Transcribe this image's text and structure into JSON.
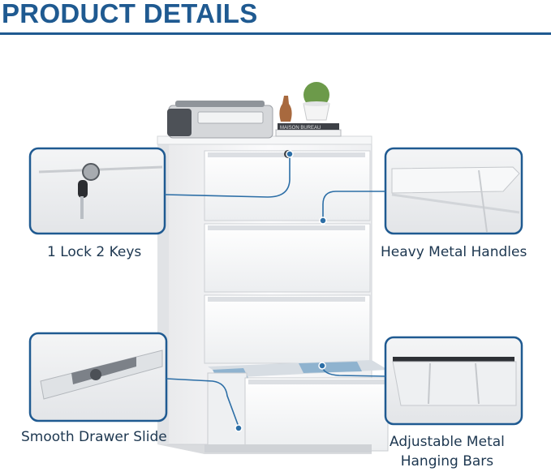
{
  "page": {
    "title": "PRODUCT DETAILS"
  },
  "colors": {
    "accent": "#1f5a91",
    "callout_line": "#2c6ea6",
    "caption_text": "#1d3750"
  },
  "product": {
    "image": "white-4-drawer-lateral-metal-file-cabinet-icon",
    "book_spine_text": "MAISON BUREAU"
  },
  "features": [
    {
      "id": "lock",
      "caption": "1 Lock 2 Keys",
      "icon": "lock-and-keys-closeup"
    },
    {
      "id": "handles",
      "caption": "Heavy Metal Handles",
      "icon": "drawer-handle-closeup"
    },
    {
      "id": "slide",
      "caption": "Smooth Drawer Slide",
      "icon": "ball-bearing-slide-closeup"
    },
    {
      "id": "bars",
      "caption_line1": "Adjustable Metal",
      "caption_line2": "Hanging Bars",
      "icon": "hanging-bars-closeup"
    }
  ]
}
